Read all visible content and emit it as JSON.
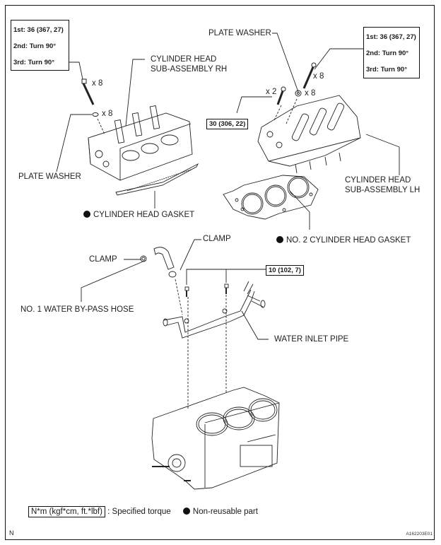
{
  "diagram": {
    "parts": {
      "cyl_head_rh": [
        "CYLINDER HEAD",
        "SUB-ASSEMBLY RH"
      ],
      "cyl_head_lh": [
        "CYLINDER HEAD",
        "SUB-ASSEMBLY LH"
      ],
      "plate_washer_left": "PLATE WASHER",
      "plate_washer_right": "PLATE WASHER",
      "cyl_head_gasket": "CYLINDER HEAD GASKET",
      "no2_cyl_head_gasket": "NO. 2 CYLINDER HEAD GASKET",
      "clamp_left": "CLAMP",
      "clamp_top": "CLAMP",
      "water_bypass_hose": "NO. 1 WATER BY-PASS HOSE",
      "water_inlet_pipe": "WATER INLET PIPE"
    },
    "quantities": {
      "rh_bolts": "x 8",
      "rh_washers": "x 8",
      "lh_bolts": "x 8",
      "lh_washers": "x 8",
      "lh_small_bolts": "x 2"
    },
    "torque_rh": [
      "1st: 36 (367, 27)",
      "2nd: Turn 90°",
      "3rd: Turn 90°"
    ],
    "torque_lh": [
      "1st: 36 (367, 27)",
      "2nd: Turn 90°",
      "3rd: Turn 90°"
    ],
    "torque_lh_small": "30 (306, 22)",
    "torque_pipe": "10 (102, 7)"
  },
  "legend": {
    "unit": "N*m (kgf*cm, ft.*lbf)",
    "unit_desc": ": Specified torque",
    "nonreusable": "Non-reusable part"
  },
  "footer": {
    "corner_letter": "N",
    "figure_code": "A162203E01"
  }
}
